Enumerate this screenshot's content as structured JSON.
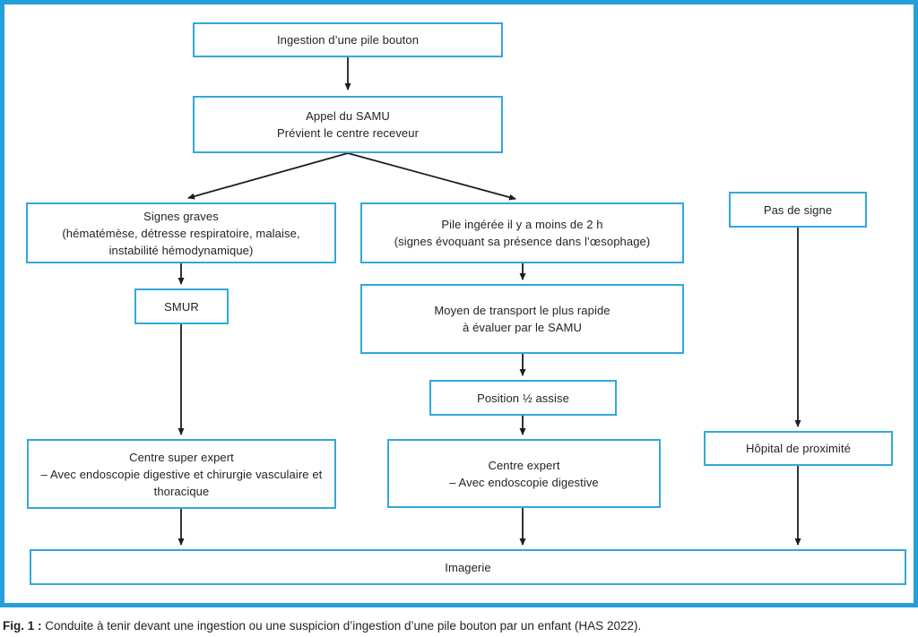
{
  "figure": {
    "colors": {
      "frame_blue": "#259fd9",
      "node_border_blue": "#33a7dd",
      "arrow_black": "#1d1d1b",
      "text": "#231f20"
    },
    "nodes": {
      "ingestion": "Ingestion d’une pile bouton",
      "appel_samu": "Appel du SAMU\nPrévient le centre receveur",
      "signes_graves": "Signes graves\n(hématémèse, détresse respiratoire, malaise,\ninstabilité hémodynamique)",
      "smur": "SMUR",
      "pile_ingeree": "Pile ingérée il y a moins de 2 h\n(signes évoquant sa présence dans l’œsophage)",
      "moyen_transport": "Moyen de transport le plus rapide\nà évaluer par le SAMU",
      "position_assise": "Position ½ assise",
      "centre_super_expert": "Centre super expert\n– Avec endoscopie digestive et chirurgie vasculaire et\nthoracique",
      "centre_expert": "Centre expert\n– Avec endoscopie digestive",
      "pas_de_signe": "Pas de signe",
      "hopital_proximite": "Hôpital de proximité",
      "imagerie": "Imagerie"
    },
    "caption": {
      "label": "Fig. 1 :",
      "text": " Conduite à tenir devant une ingestion ou une suspicion d’ingestion d’une pile bouton par un enfant (HAS 2022)."
    }
  }
}
